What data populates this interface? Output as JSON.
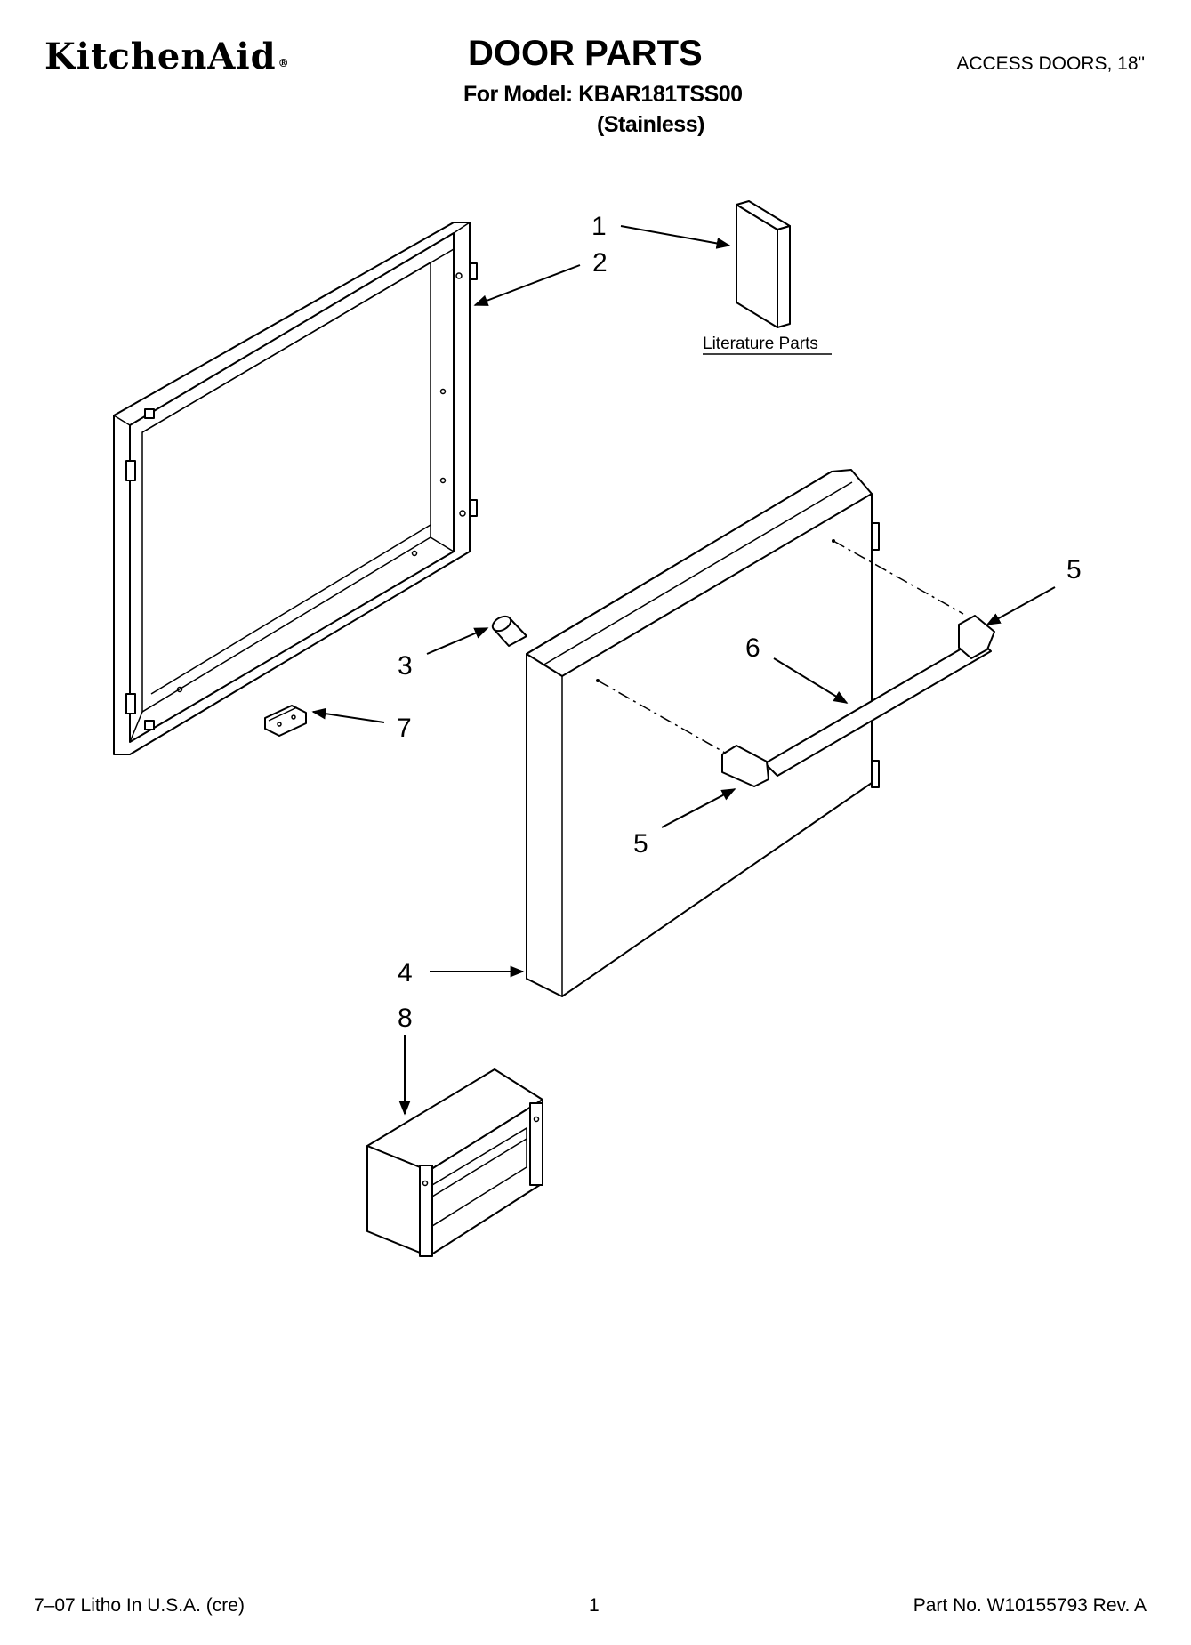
{
  "header": {
    "brand": "KitchenAid",
    "brand_mark": "®",
    "title": "DOOR PARTS",
    "model_line": "For Model: KBAR181TSS00",
    "finish_line": "(Stainless)",
    "section": "ACCESS DOORS, 18\""
  },
  "diagram": {
    "callouts": [
      "1",
      "2",
      "3",
      "4",
      "5",
      "5",
      "6",
      "7",
      "8"
    ],
    "literature_label": "Literature Parts"
  },
  "footer": {
    "print_info": "7–07 Litho In U.S.A. (cre)",
    "page": "1",
    "part_number": "Part No. W10155793 Rev. A"
  }
}
